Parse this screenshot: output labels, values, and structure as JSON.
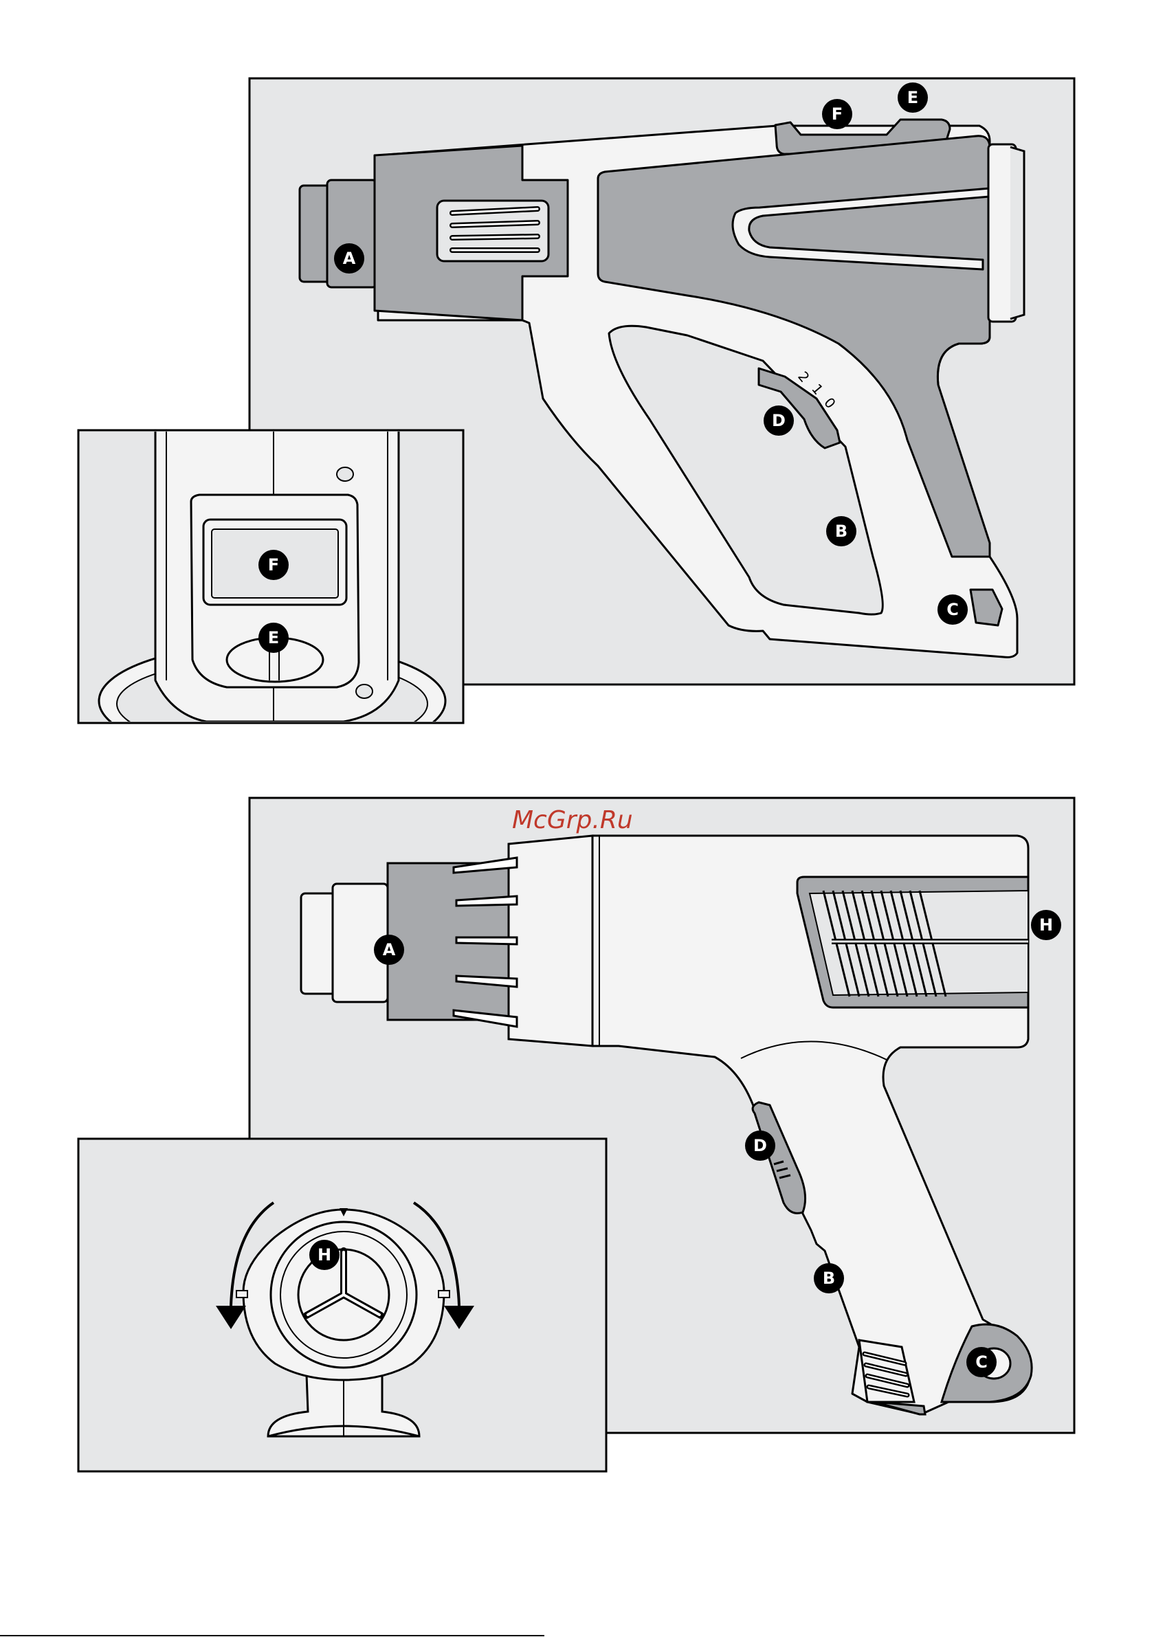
{
  "callouts": {
    "a": "A",
    "b": "B",
    "c": "C",
    "d": "D",
    "e": "E",
    "f": "F",
    "h": "H"
  },
  "speed_scale": [
    "2",
    "1",
    "0"
  ],
  "watermark": "McGrp.Ru",
  "colors": {
    "panel_bg": "#e6e7e8",
    "dark_grey": "#a7a9ac",
    "light_body": "#f4f4f4",
    "outline": "#000000",
    "watermark": "#c0392b"
  }
}
